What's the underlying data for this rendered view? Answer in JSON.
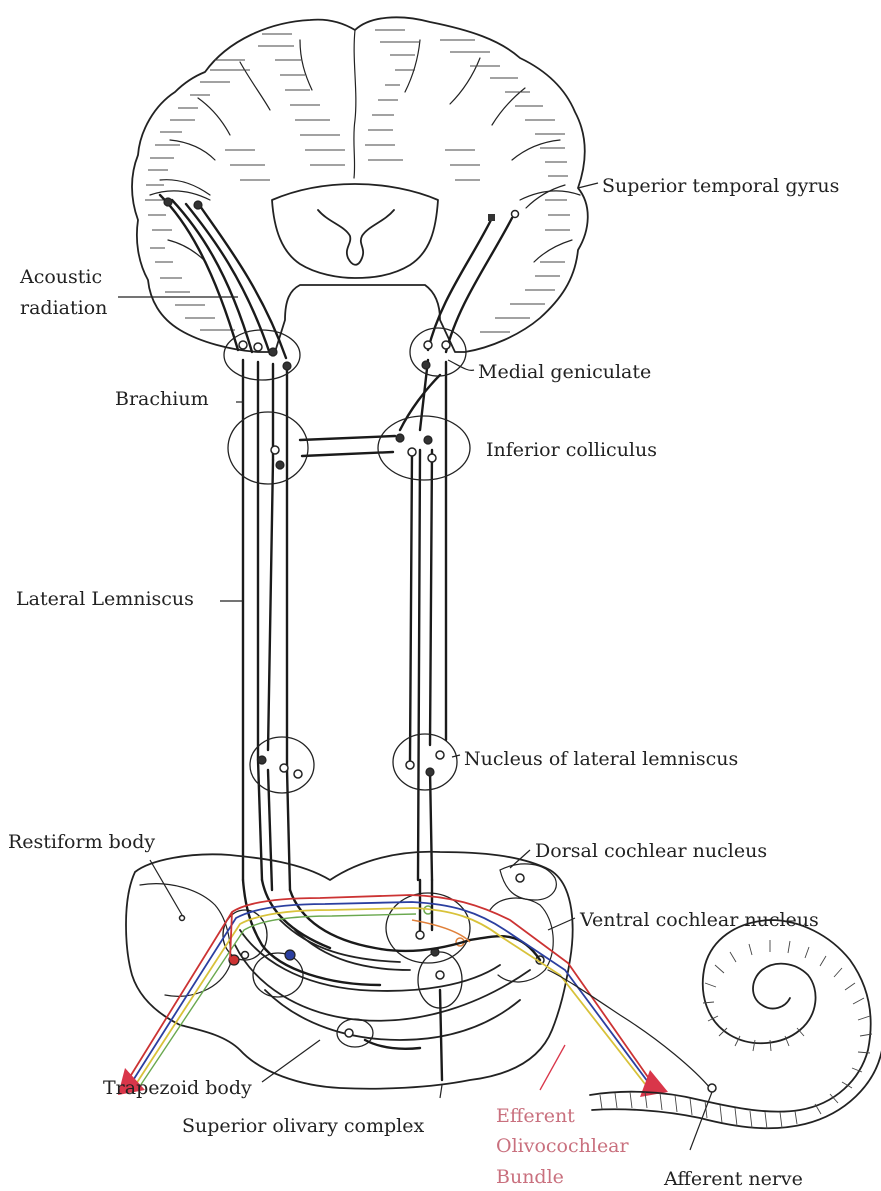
{
  "colors": {
    "ink": "#222222",
    "efferent_red": "#d9364a",
    "efferent_label": "#c9707e",
    "tract_blue": "#2b3fa0",
    "tract_yellow": "#d8c23a",
    "tract_green": "#6aa84f",
    "tract_orange": "#e0803a",
    "tract_red": "#cc3333"
  },
  "labels": {
    "superior_temporal_gyrus": "Superior temporal gyrus",
    "acoustic": "Acoustic",
    "radiation": "radiation",
    "medial_geniculate": "Medial geniculate",
    "brachium": "Brachium",
    "inferior_colliculus": "Inferior colliculus",
    "lateral_lemniscus": "Lateral Lemniscus",
    "nucleus_lateral_lemniscus": "Nucleus of  lateral lemniscus",
    "restiform_body": "Restiform body",
    "dorsal_cochlear_nucleus": "Dorsal cochlear nucleus",
    "ventral_cochlear_nucleus": "Ventral cochlear nucleus",
    "trapezoid_body": "Trapezoid body",
    "superior_olivary_complex": "Superior olivary complex",
    "efferent_line1": "Efferent",
    "efferent_line2": "Olivocochlear",
    "efferent_line3": "Bundle",
    "afferent_nerve": "Afferent nerve"
  }
}
